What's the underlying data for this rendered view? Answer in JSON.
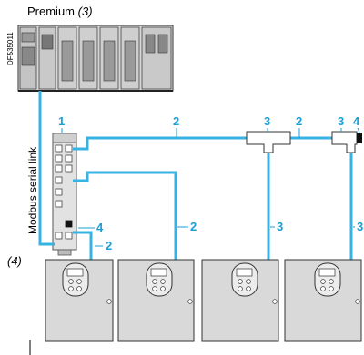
{
  "title": "Premium",
  "title_ref": "(3)",
  "doc_code": "DF535011",
  "link_label": "Modbus serial link",
  "hub_ref": "(4)",
  "callouts": {
    "c1": "1",
    "c2_top_left": "2",
    "c3_tap1": "3",
    "c2_top_right": "2",
    "c3_tap2": "3",
    "c4_terminator": "4",
    "c4_hub": "4",
    "c2_drive1": "2",
    "c2_drive2": "2",
    "c3_drive3": "3",
    "c3_drive4": "3"
  },
  "colors": {
    "cable": "#36b3e2",
    "callout": "#1a9fd6",
    "device_gray": "#d9d9d9"
  }
}
